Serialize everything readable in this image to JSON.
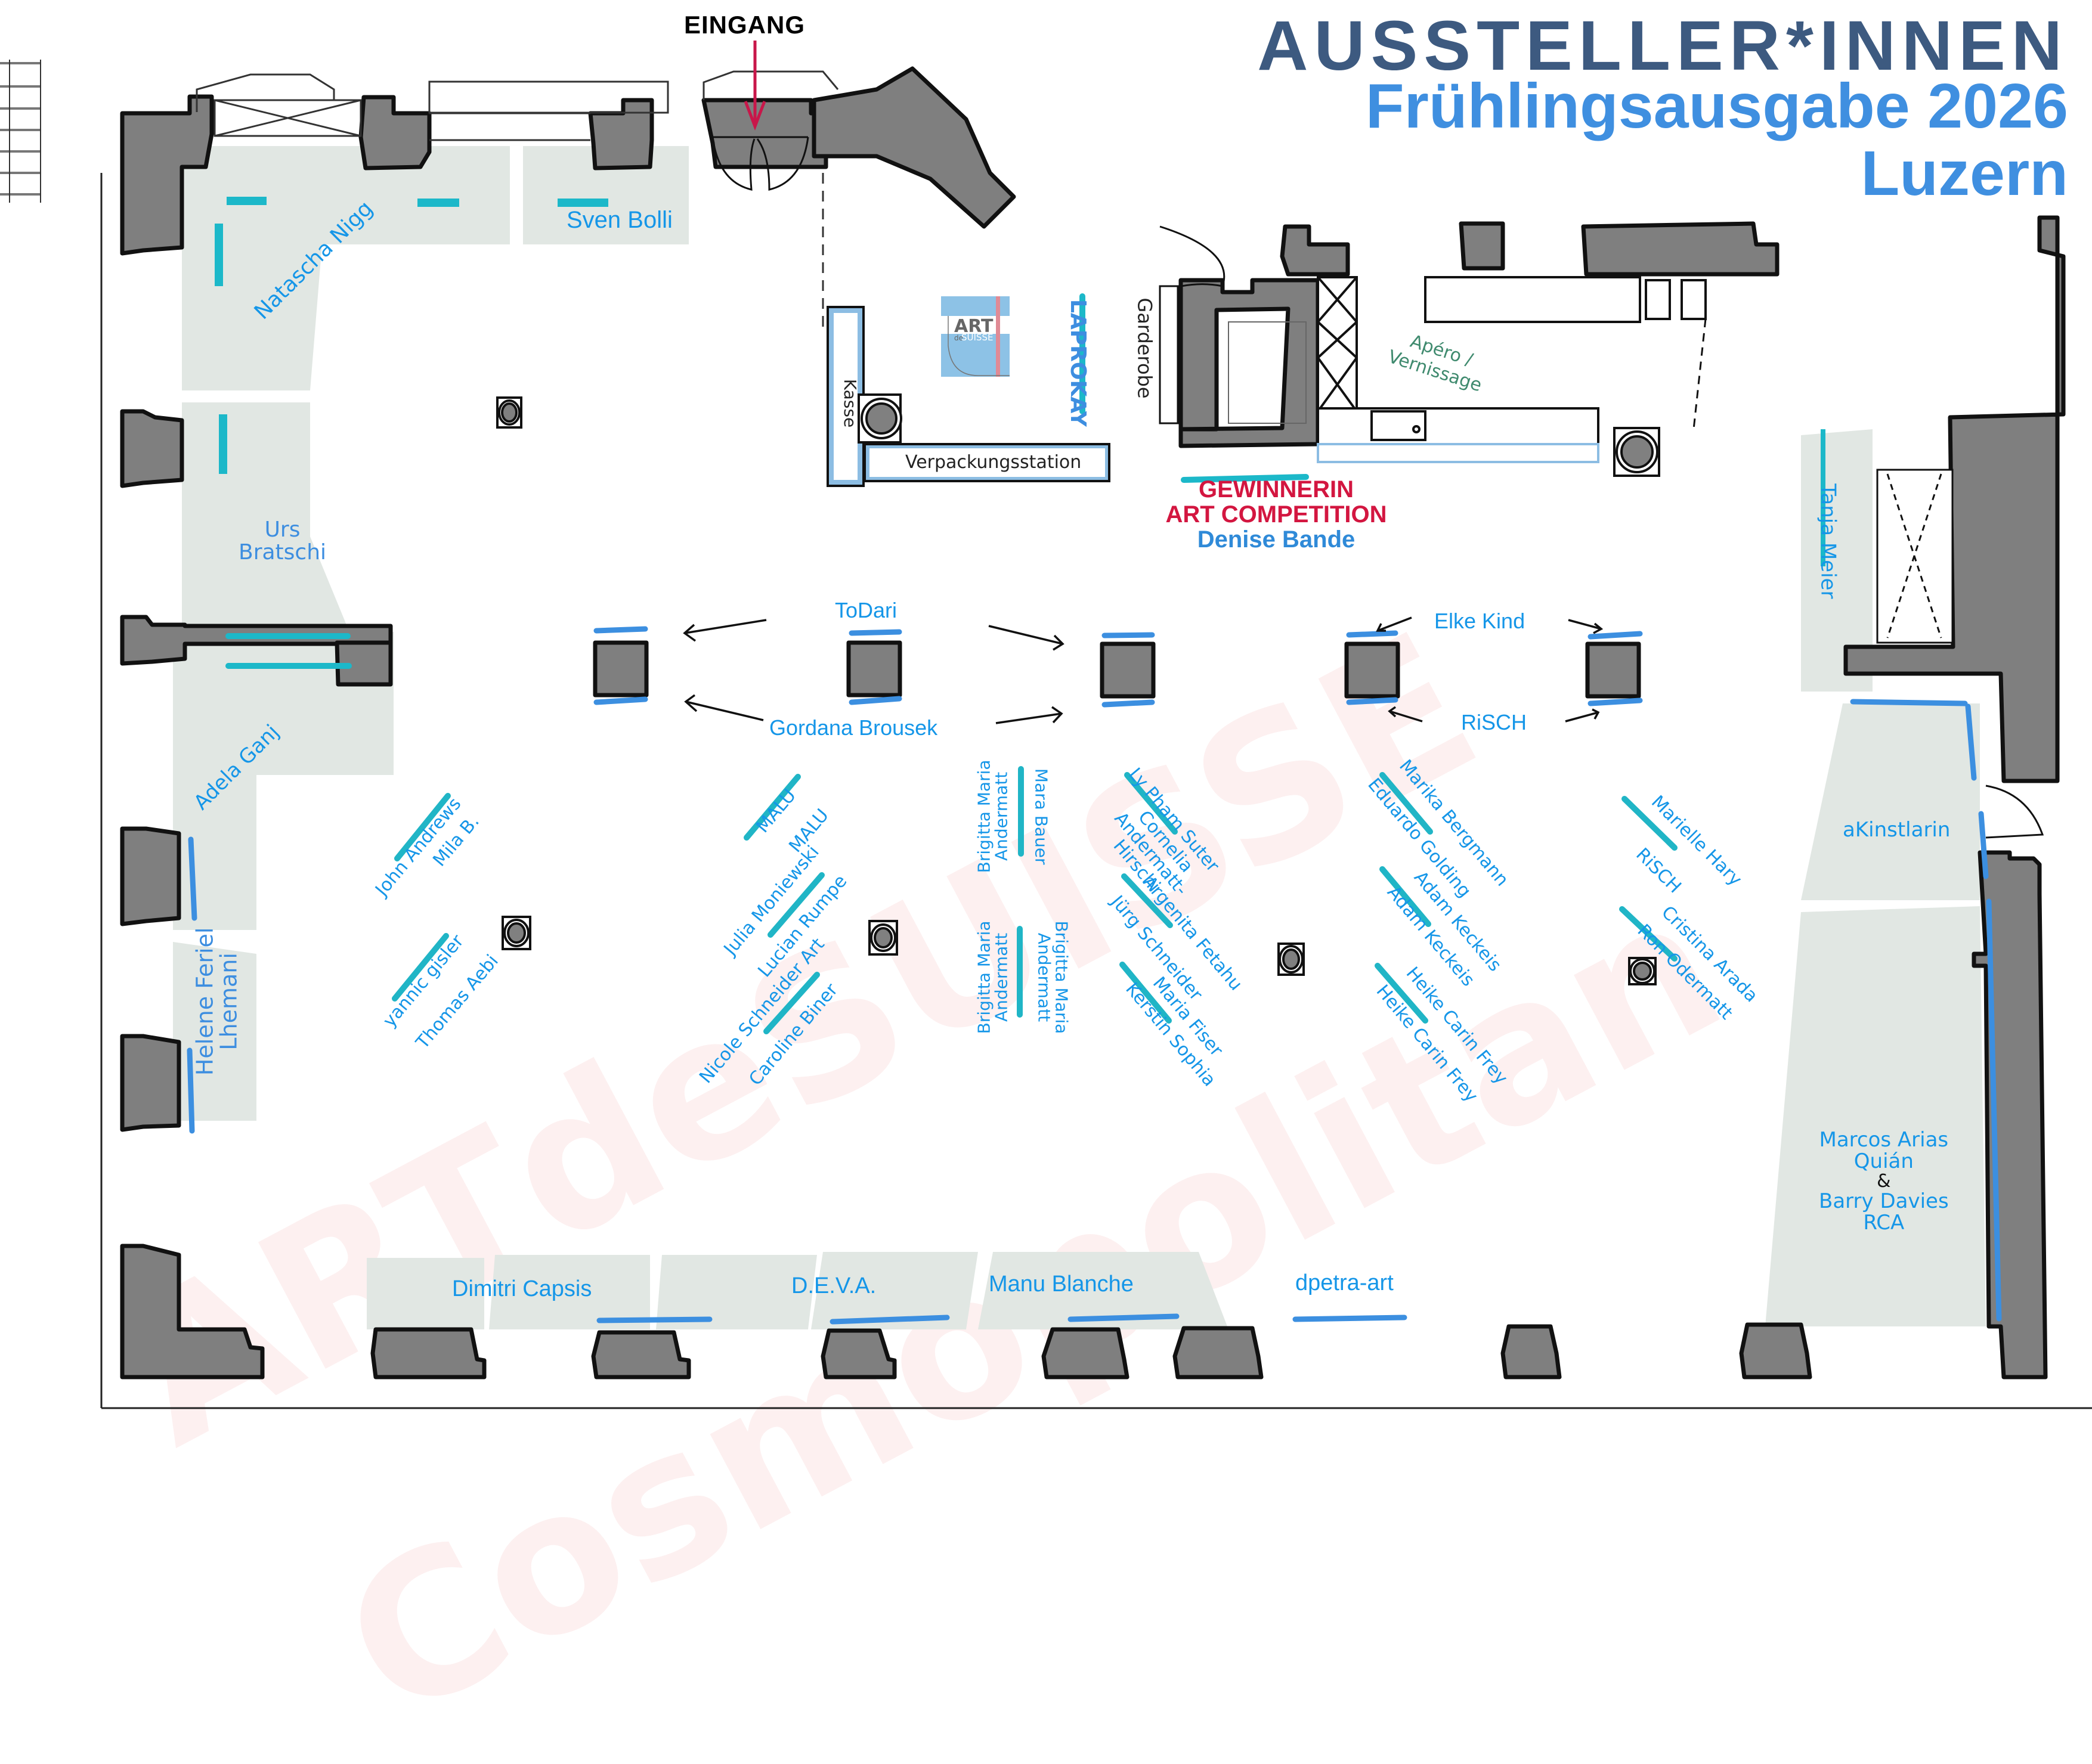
{
  "header": {
    "title": "AUSSTELLER*INNEN",
    "subtitle": "Frühlingsausgabe 2026",
    "city": "Luzern"
  },
  "watermark": {
    "line1": "ARTdeSUISSE",
    "line2": "Cosmopolitan"
  },
  "entrance_label": "EINGANG",
  "colors": {
    "title_dark": "#3d5a80",
    "title_light": "#3f8fe0",
    "exhibitor_text": "#1596e8",
    "award_red": "#d31640",
    "wall_gray": "#7f7f7f",
    "booth_zone": "#e1e7e3",
    "panel_teal": "#1cb8c9",
    "panel_blue": "#3c8fe0",
    "apero_green": "#3f8a6e",
    "entrance_arrow": "#c8174a"
  },
  "facilities": {
    "cashier": "Kasse",
    "packing_station": "Verpackungsstation",
    "cloakroom": "Garderobe",
    "apero_line1": "Apéro /",
    "apero_line2": "Vernissage",
    "logo_art": "ART",
    "logo_de": "de",
    "logo_suisse": "SUISSE"
  },
  "award": {
    "line1": "GEWINNERIN",
    "line2": "ART COMPETITION",
    "winner": "Denise Bande"
  },
  "exhibitors": {
    "natascha_nigg": "Natascha Nigg",
    "sven_bolli": "Sven Bolli",
    "urs_bratschi_1": "Urs",
    "urs_bratschi_2": "Bratschi",
    "adela_ganj": "Adela Ganj",
    "helene_1": "Helene Feriel",
    "helene_2": "Lhemani",
    "laprokay": "LAPROKAY",
    "todari": "ToDari",
    "gordana_brousek": "Gordana Brousek",
    "elke_kind": "Elke Kind",
    "risch_center": "RiSCH",
    "tanja_meier": "Tanja Meier",
    "akinstlarin": "aKinstlarin",
    "marcos_1": "Marcos Arias",
    "marcos_2": "Quián",
    "amp": "&",
    "barry_1": "Barry Davies",
    "barry_2": "RCA",
    "dimitri_capsis": "Dimitri Capsis",
    "deva": "D.E.V.A.",
    "manu_blanche": "Manu Blanche",
    "dpetra_art": "dpetra-art",
    "panels": [
      {
        "a": "John Andrews",
        "b": "Mila B."
      },
      {
        "a": "yannic gisler",
        "b": "Thomas Aebi"
      },
      {
        "a": "MALU",
        "b": "MALU"
      },
      {
        "a": "Julia Moniewski",
        "b": "Lucian Rumpe"
      },
      {
        "a": "Nicole Schneider Art",
        "b": "Caroline Biner"
      },
      {
        "a": "Brigitta Maria Andermatt",
        "b": "Mara Bauer"
      },
      {
        "a": "Brigitta Maria Andermatt",
        "b": "Brigitta Maria Andermatt"
      },
      {
        "a": "Ly Pham Suter",
        "b": "Cornelia Andermatt-Hirschi"
      },
      {
        "a": "Argenita Fetahu",
        "b": "Jürg Schneider"
      },
      {
        "a": "Maria Fiser",
        "b": "Kerstin Sophia"
      },
      {
        "a": "Marika Bergmann",
        "b": "Eduardo Golding"
      },
      {
        "a": "Adam Keckeis",
        "b": "Adam Keckeis"
      },
      {
        "a": "Heike Carin Frey",
        "b": "Heike Carin Frey"
      },
      {
        "a": "Marielle Hary",
        "b": "RiSCH"
      },
      {
        "a": "Cristina Arada",
        "b": "Ron Odermatt"
      }
    ]
  }
}
